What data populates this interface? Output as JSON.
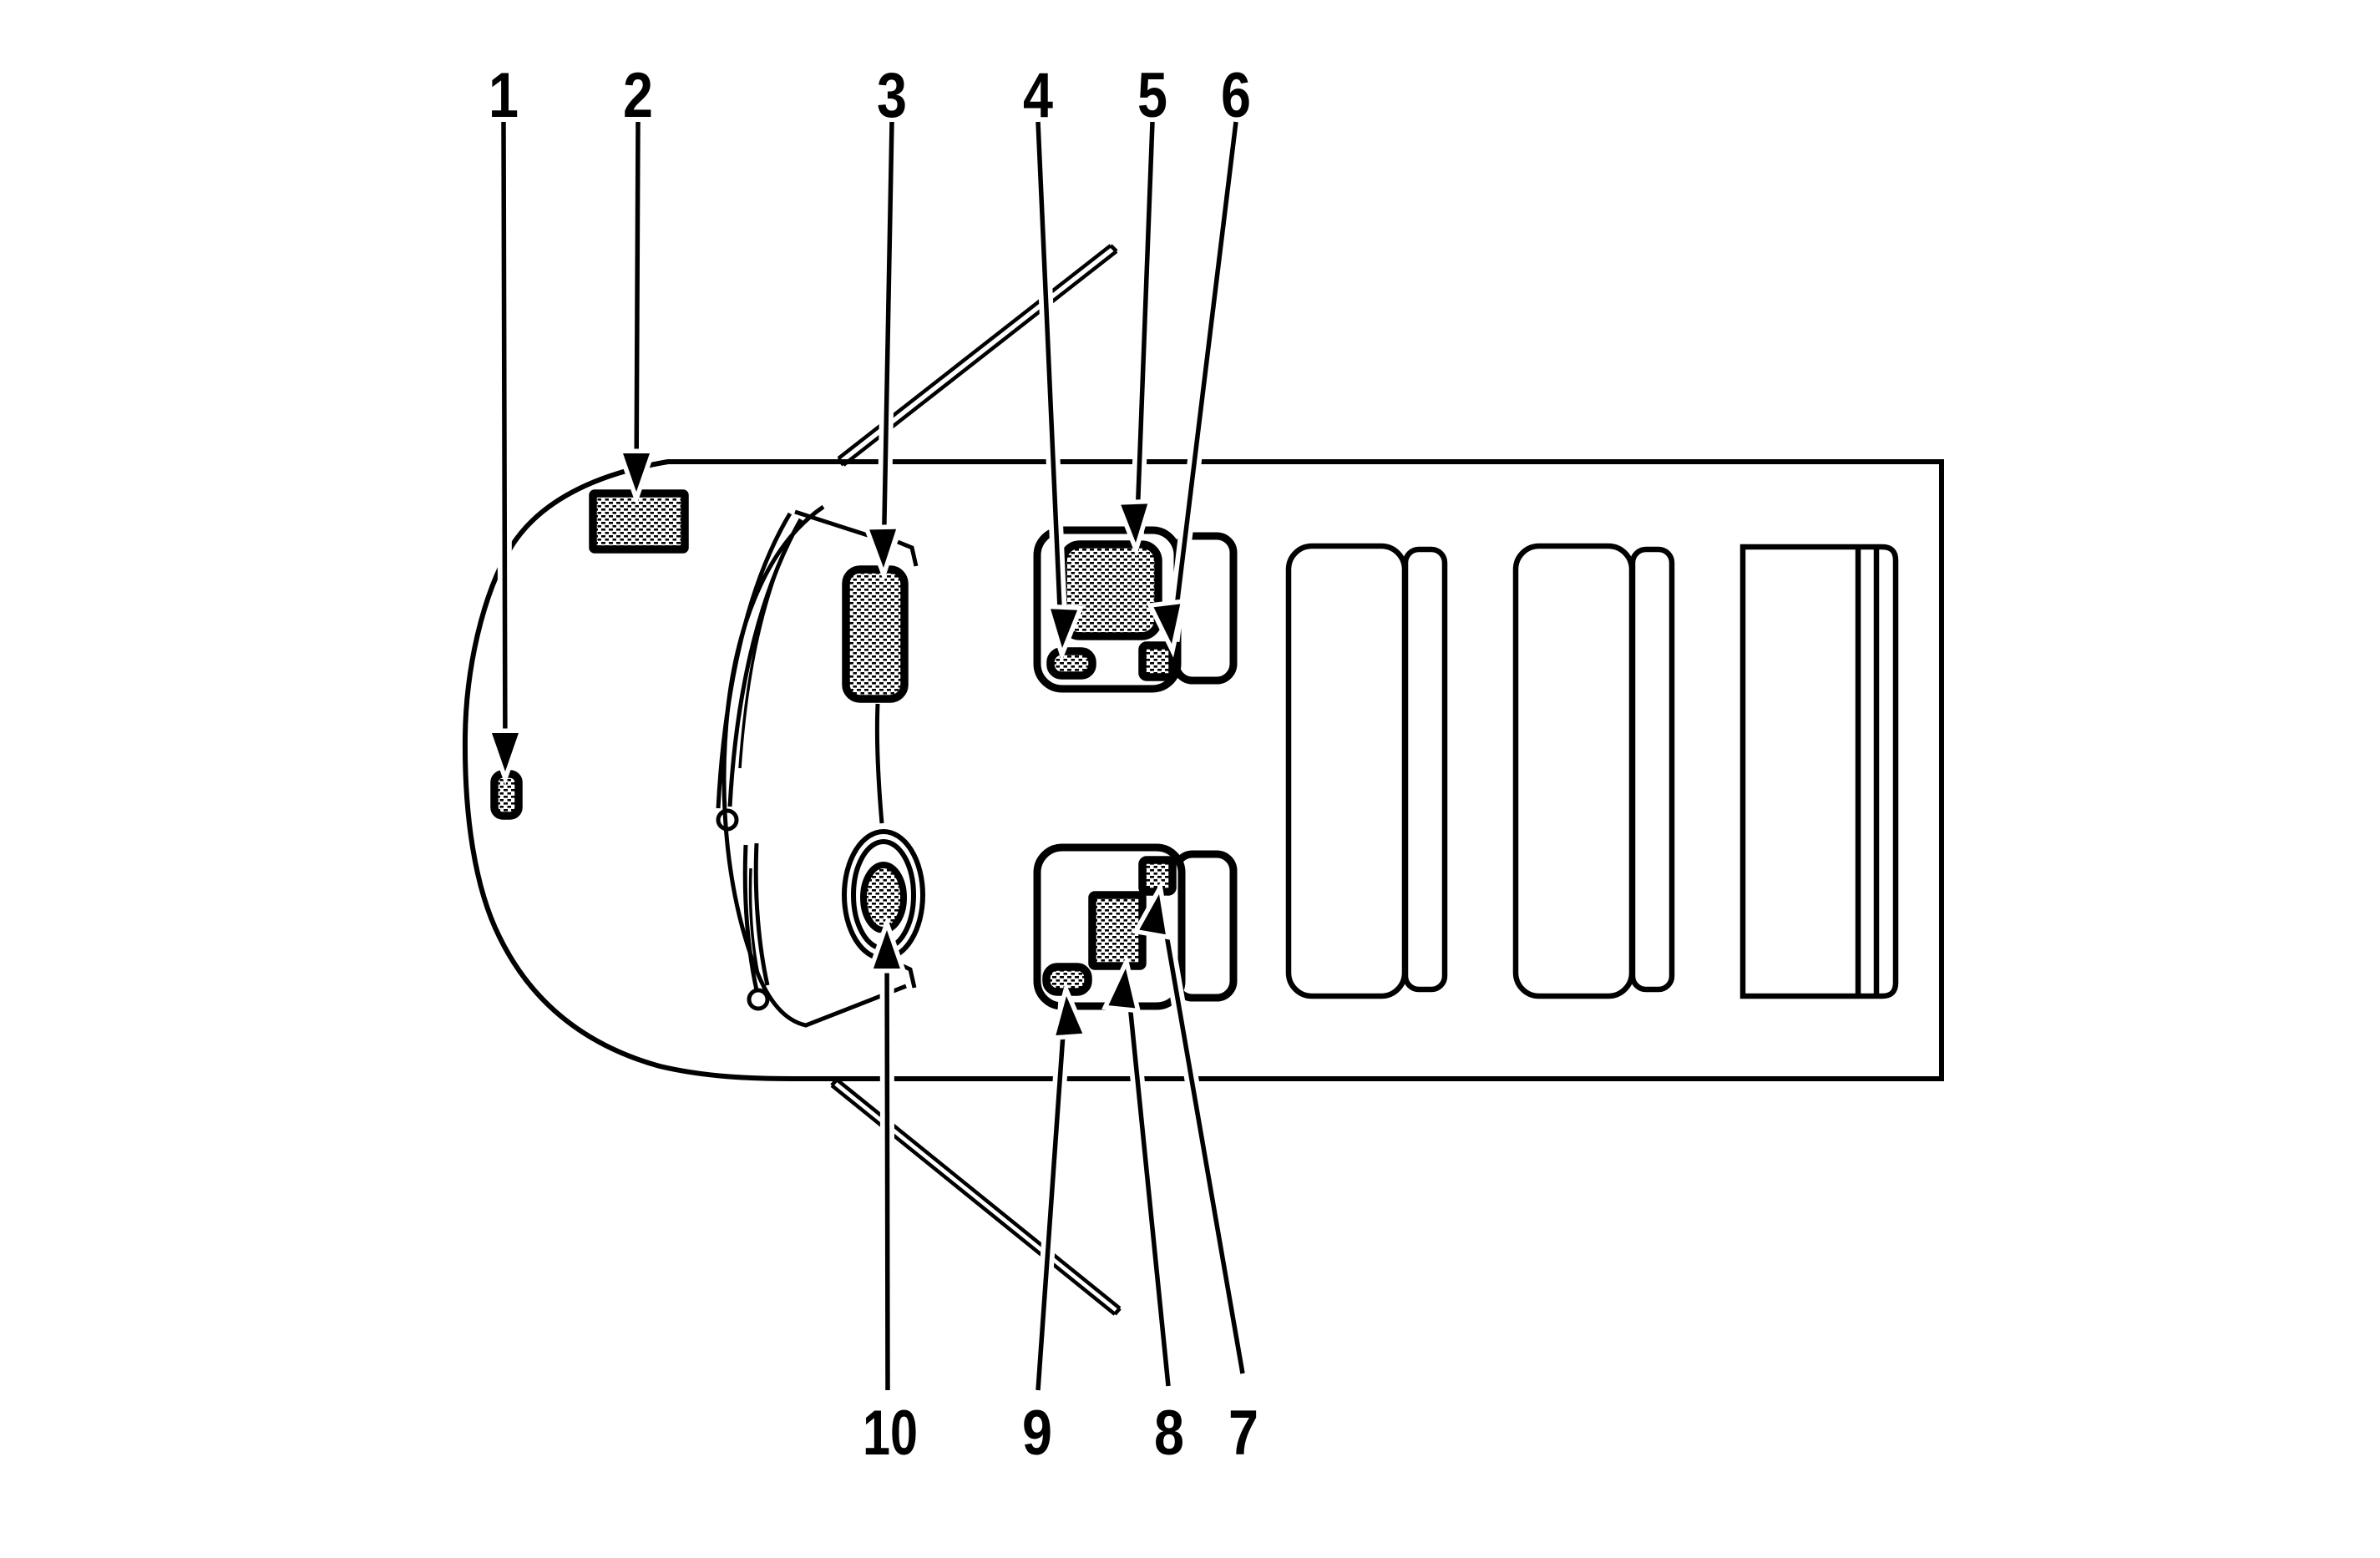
{
  "figure": {
    "kind": "vehicle-top-view-callout-diagram",
    "description": "Top view line drawing of a van with ten numbered callout arrows pointing to hatched component locations",
    "background_color": "#ffffff",
    "line_color": "#000000"
  },
  "callouts": {
    "top": [
      "1",
      "2",
      "3",
      "4",
      "5",
      "6"
    ],
    "bottom": [
      "10",
      "9",
      "8",
      "7"
    ]
  }
}
